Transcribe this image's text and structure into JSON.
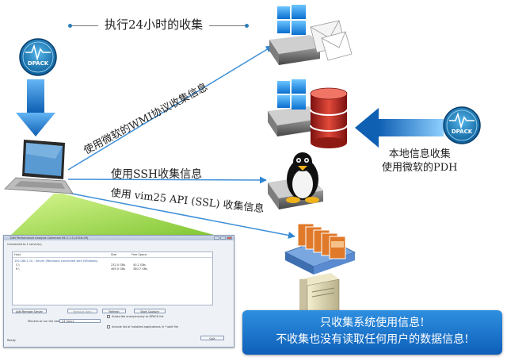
{
  "banner": {
    "text": "执行24小时的收集"
  },
  "labels": {
    "wmi": "使用微软的WMI协议收集信息",
    "ssh": "使用SSH收集信息",
    "vim25": "使用 vim25 API (SSL) 收集信息",
    "local_line1": "本地信息收集",
    "local_line2": "使用微软的PDH"
  },
  "logo": {
    "text": "DPACK"
  },
  "callout": {
    "line1": "只收集系统使用信息!",
    "line2": "不收集也没有读取任何用户的数据信息!"
  },
  "app_window": {
    "title": "Dell Performance Analysis Collection Kit 2.1.0 (2016-09)",
    "menu": "Connected to 1 server(s)",
    "columns": [
      "Host",
      "Size",
      "Free Space"
    ],
    "rows": [
      {
        "host": "192.168.1.10 - Server (Windows) connected with (Windows)",
        "size": "",
        "free": ""
      },
      {
        "host": "C:\\",
        "size": "232.0 GBs",
        "free": "40.2 GBs"
      },
      {
        "host": "E:\\",
        "size": "465.0 GBs",
        "free": "380.7 GBs"
      }
    ],
    "buttons": {
      "add_server": "Add Remote Server",
      "remove": "Remove Item",
      "refresh": "Refresh",
      "start": "Start Capture",
      "quit": "Quit"
    },
    "checkbox_label_1": "Subscribe anonymously to DPACK list",
    "checkbox_label_2": "Include list of installed applications in *.iokit file",
    "duration_label": "Minutes to run the data",
    "duration_value": "24 hours",
    "status": "Ready"
  },
  "colors": {
    "arrow_blue": "#1f7fd6",
    "callout_blue": "#1a74d0",
    "line_blue": "#3d8fd8",
    "green_highlight": "#8cd43a"
  }
}
